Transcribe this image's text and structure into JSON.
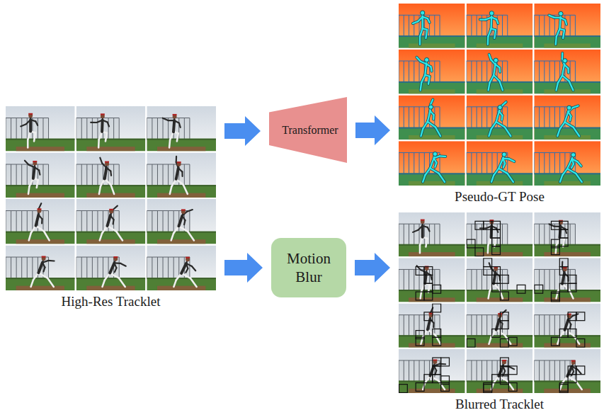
{
  "diagram": {
    "nodes": [
      {
        "text": [
          "High-Res Tracklet"
        ]
      },
      {
        "text": [
          "Transformer"
        ]
      },
      {
        "text": [
          "Motion Blur"
        ]
      },
      {
        "text": [
          "Pseudo-GT Pose"
        ]
      },
      {
        "text": [
          "Blurred Tracklet"
        ]
      }
    ],
    "edges": [
      {
        "from": 0,
        "to": 1,
        "arrow": "to"
      },
      {
        "from": 0,
        "to": 2,
        "arrow": "to"
      },
      {
        "from": 1,
        "to": 3,
        "arrow": "to"
      },
      {
        "from": 2,
        "to": 4,
        "arrow": "to"
      }
    ]
  }
}
